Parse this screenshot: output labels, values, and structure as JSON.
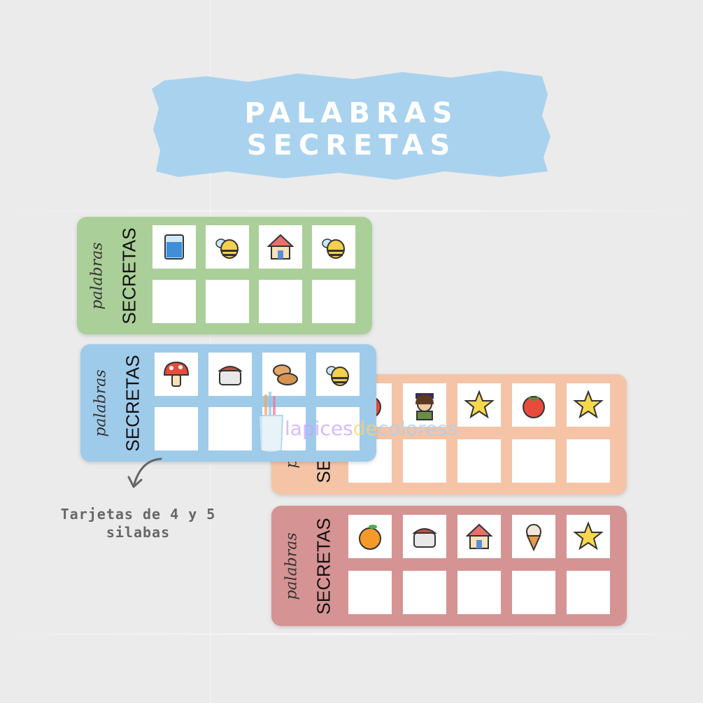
{
  "banner": {
    "title": "PALABRAS SECRETAS",
    "color": "#a9d2ee"
  },
  "cards": {
    "green": {
      "script": "palabras",
      "label": "SECRETAS",
      "color": "#aacf98",
      "icons": [
        "glass-of-water-icon",
        "bee-icon",
        "house-icon",
        "bee-icon"
      ]
    },
    "blue": {
      "script": "palabras",
      "label": "SECRETAS",
      "color": "#9fcbea",
      "icons": [
        "mushroom-icon",
        "pot-icon",
        "bread-icon",
        "bee-icon"
      ]
    },
    "orange": {
      "script": "palabras",
      "label": "SECRETAS",
      "color": "#f5c4a6",
      "icons": [
        "tomato-icon",
        "person-icon",
        "star-icon",
        "tomato-icon",
        "star-icon"
      ]
    },
    "red": {
      "script": "palabras",
      "label": "SECRETAS",
      "color": "#d69393",
      "icons": [
        "orange-fruit-icon",
        "pot-icon",
        "house-icon",
        "ice-cream-icon",
        "star-icon"
      ]
    }
  },
  "watermark": {
    "part1": "lapices",
    "part2": "de",
    "part3": "coloress"
  },
  "note": {
    "line1": "Tarjetas de 4 y 5",
    "line2": "silabas"
  }
}
